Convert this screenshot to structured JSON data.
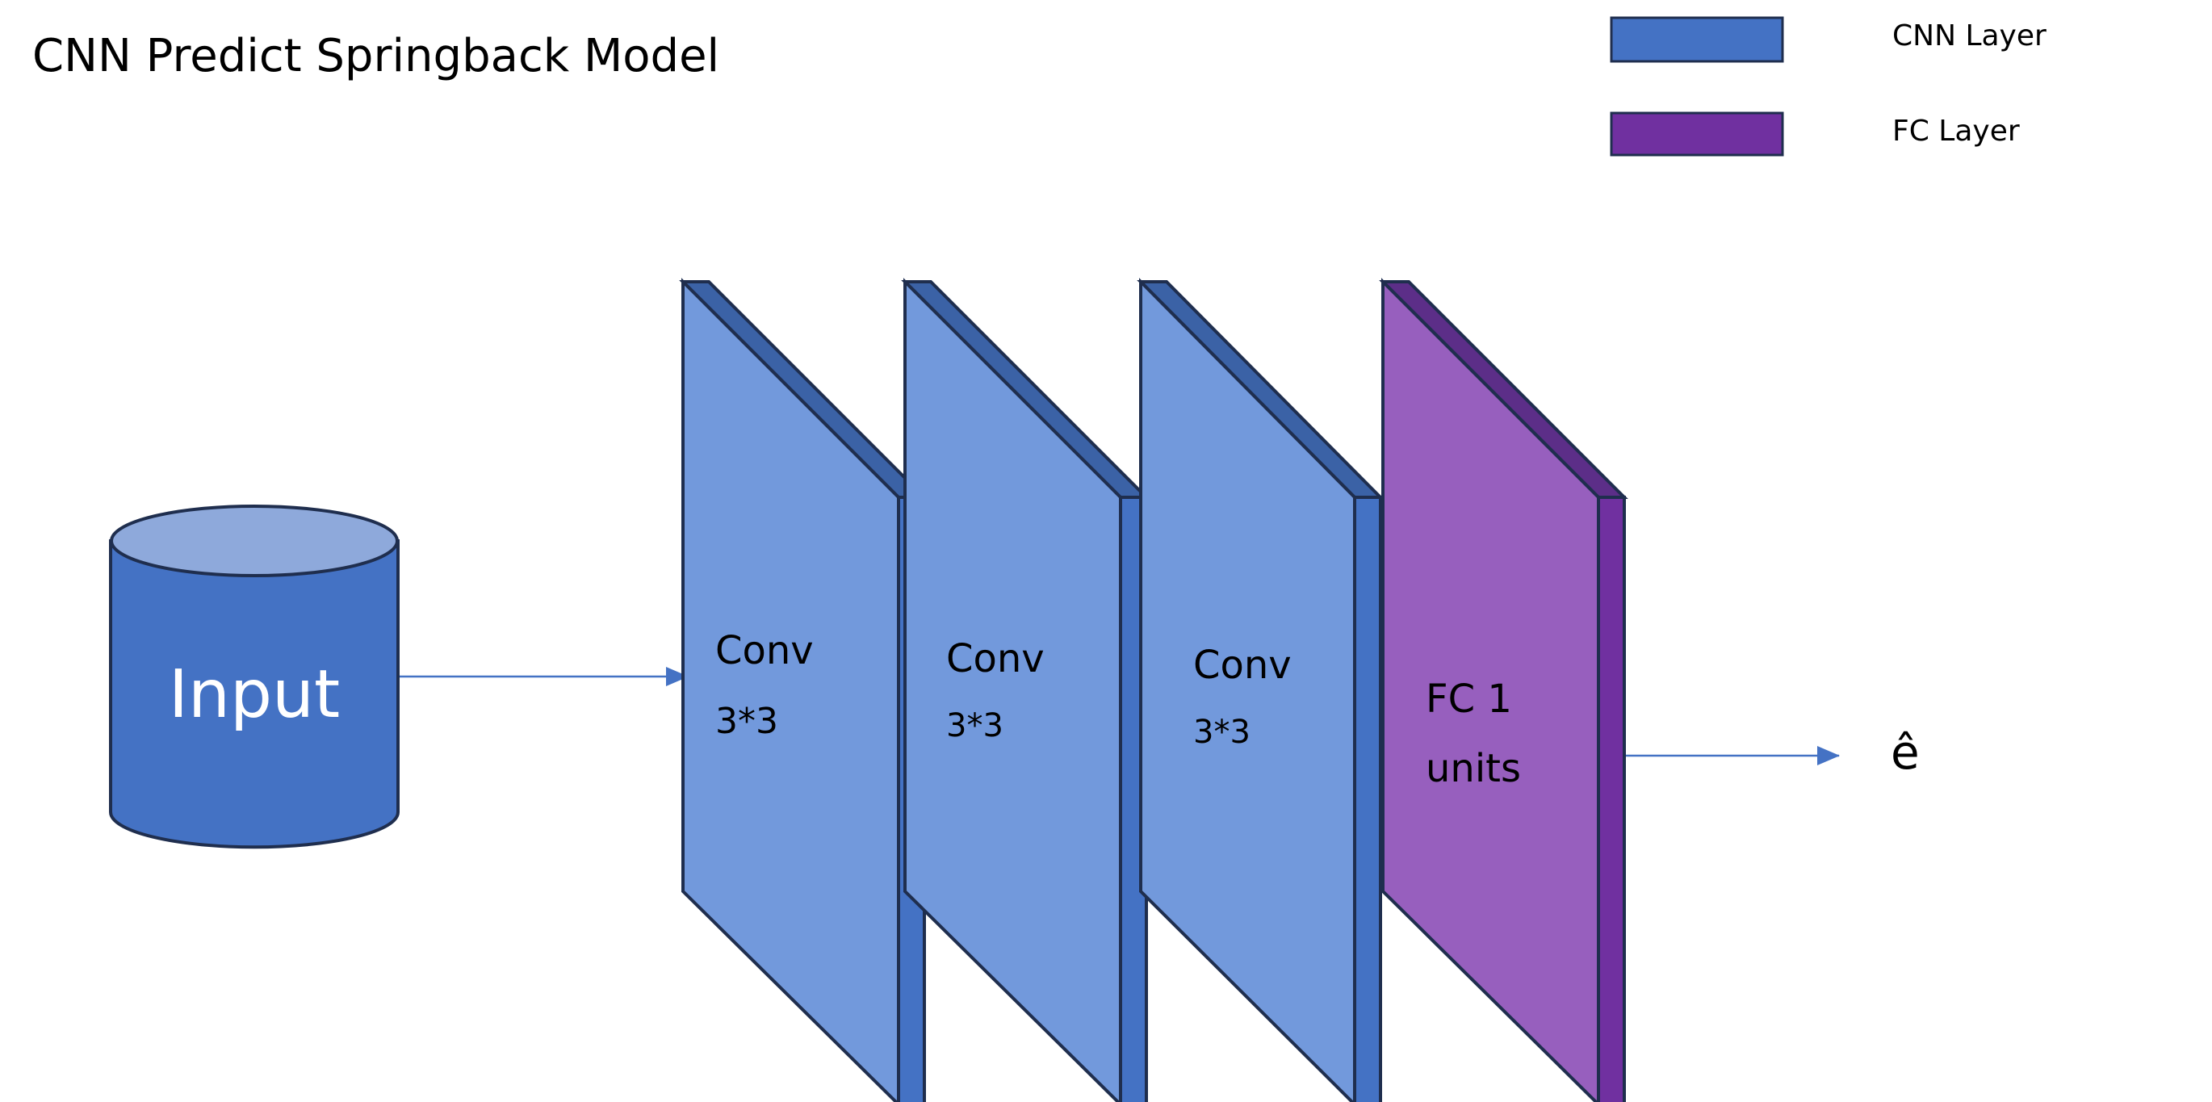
{
  "title": "CNN Predict Springback Model",
  "legend": [
    {
      "label": "CNN Layer",
      "color": "#4472C4"
    },
    {
      "label": "FC Layer",
      "color": "#7030A0"
    }
  ],
  "input": {
    "label": "Input"
  },
  "layers": [
    {
      "line1": "Conv",
      "line2": "3*3",
      "type": "cnn"
    },
    {
      "line1": "Conv",
      "line2": "3*3",
      "type": "cnn"
    },
    {
      "line1": "Conv",
      "line2": "3*3",
      "type": "cnn"
    },
    {
      "line1": "FC 1",
      "line2": "units",
      "type": "fc"
    }
  ],
  "output": {
    "label": "ê"
  },
  "colors": {
    "cnn_face": "#7299DC",
    "cnn_top": "#3B62A6",
    "cnn_side": "#4472C4",
    "fc_face": "#975FBE",
    "fc_top": "#5C2E88",
    "fc_side": "#7030A0",
    "outline": "#1F2E4E",
    "cyl_body": "#4472C4",
    "cyl_top": "#8EA9DB",
    "arrow": "#4472C4"
  }
}
